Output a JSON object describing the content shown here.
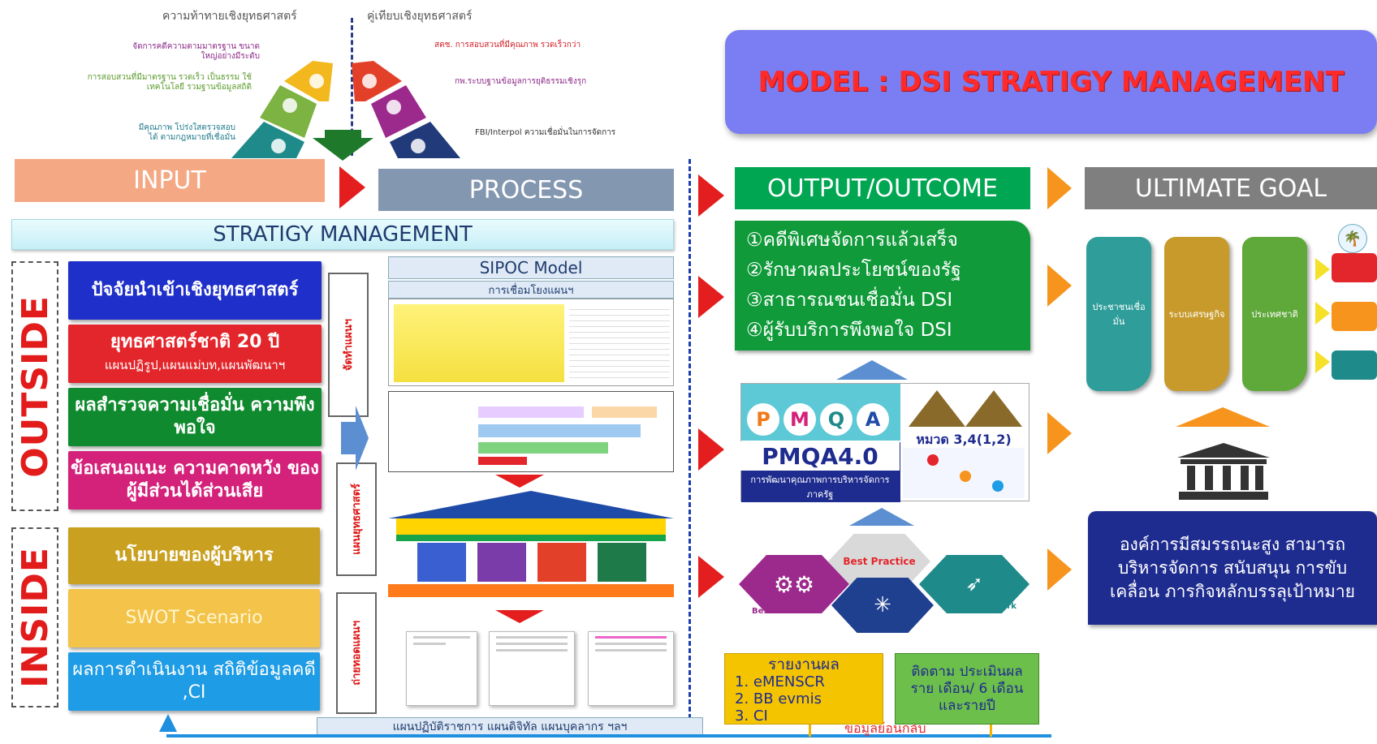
{
  "top_labels": {
    "left": "ความท้าทายเชิงยุทธศาสตร์",
    "right": "คู่เทียบเชิงยุทธศาสตร์"
  },
  "fan_notes": {
    "l1": "จัดการคดีความตามมาตรฐาน ขนาดใหญ่อย่างมีระดับ",
    "l2": "การสอบสวนที่มีมาตรฐาน รวดเร็ว เป็นธรรม ใช้ เทคโนโลยี รวมฐานข้อมูลสถิติ",
    "l3": "มีคุณภาพ โปร่งใสตรวจสอบได้ ตามกฎหมายที่เชื่อมั่น",
    "r1": "สตช. การสอบสวนที่มีคุณภาพ รวดเร็วกว่า",
    "r2": "กพ.ระบบฐานข้อมูลการยุติธรรมเชิงรุก",
    "r3": "FBI/Interpol ความเชื่อมั่นในการจัดการ"
  },
  "headers": {
    "input": "INPUT",
    "process": "PROCESS",
    "output": "OUTPUT/OUTCOME",
    "goal": "ULTIMATE GOAL"
  },
  "model_title": "MODEL : DSI STRATIGY MANAGEMENT",
  "strategy_bar": "STRATIGY MANAGEMENT",
  "outside_label": "OUTSIDE",
  "inside_label": "INSIDE",
  "outside_items": [
    {
      "title": "ปัจจัยนำเข้าเชิงยุทธศาสตร์",
      "sub": ""
    },
    {
      "title": "ยุทธศาสตร์ชาติ 20 ปี",
      "sub": "แผนปฏิรูป,แผนแม่บท,แผนพัฒนาฯ"
    },
    {
      "title": "ผลสำรวจความเชื่อมั่น ความพึงพอใจ",
      "sub": ""
    },
    {
      "title": "ข้อเสนอแนะ ความคาดหวัง ของผู้มีส่วนได้ส่วนเสีย",
      "sub": ""
    }
  ],
  "inside_items": [
    {
      "title": "นโยบายของผู้บริหาร"
    },
    {
      "title": "SWOT Scenario"
    },
    {
      "title": "ผลการดำเนินงาน สถิติข้อมูลคดี ,CI"
    }
  ],
  "narrow_labels": [
    "จัดทำแผนฯ",
    "แผนยุทธศาสตร์",
    "ถ่ายทอดแผนฯ"
  ],
  "sipoc": {
    "title": "SIPOC Model",
    "subtitle": "การเชื่อมโยงแผนฯ"
  },
  "bottom_plan": "แผนปฏิบัติราชการ แผนดิจิทัล แผนบุคลากร ฯลฯ",
  "outcomes": [
    "①คดีพิเศษจัดการแล้วเสร็จ",
    "②รักษาผลประโยชน์ของรัฐ",
    "③สาธารณชนเชื่อมั่น DSI",
    "④ผู้รับบริการพึงพอใจ DSI"
  ],
  "pmqa": {
    "letters": [
      "P",
      "M",
      "Q",
      "A"
    ],
    "category": "หมวด 3,4(1,2)",
    "big": "PMQA4.0",
    "sub": "การพัฒนาคุณภาพการบริหารจัดการภาครัฐ"
  },
  "best_practice": "Best Practice",
  "best_process": "Best Process",
  "best_benchmark": "Best Benchmark",
  "reports": {
    "title": "รายงานผล",
    "items": [
      "1. eMENSCR",
      "2. BB evmis",
      "3. CI"
    ]
  },
  "tracking": {
    "text": "ติดตาม ประเมินผลราย เดือน/ 6 เดือน และรายปี"
  },
  "feedback": "ข้อมูลย้อนกลับ",
  "goal_cols": [
    {
      "title": "ประชาชนเชื่อมั่น",
      "color": "#2f9e9a"
    },
    {
      "title": "ระบบเศรษฐกิจ",
      "color": "#c79a2b"
    },
    {
      "title": "ประเทศชาติ",
      "color": "#5fa83a"
    }
  ],
  "goal_text": "องค์การมีสมรรถนะสูง สามารถบริหารจัดการ สนับสนุน การขับเคลื่อน ภารกิจหลักบรรลุเป้าหมาย",
  "colors": {
    "input": "#f4a984",
    "process": "#8497b0",
    "output": "#00a651",
    "goal": "#7f7f7f",
    "model_bg": "#7b7ef2",
    "model_text": "#ff2a2a",
    "blue": "#1f2fc9",
    "red": "#e3262b",
    "green": "#0f8a2e",
    "magenta": "#d4217a",
    "gold": "#c9a020",
    "lightgold": "#f3c34a",
    "cyan": "#1e9ce5"
  }
}
